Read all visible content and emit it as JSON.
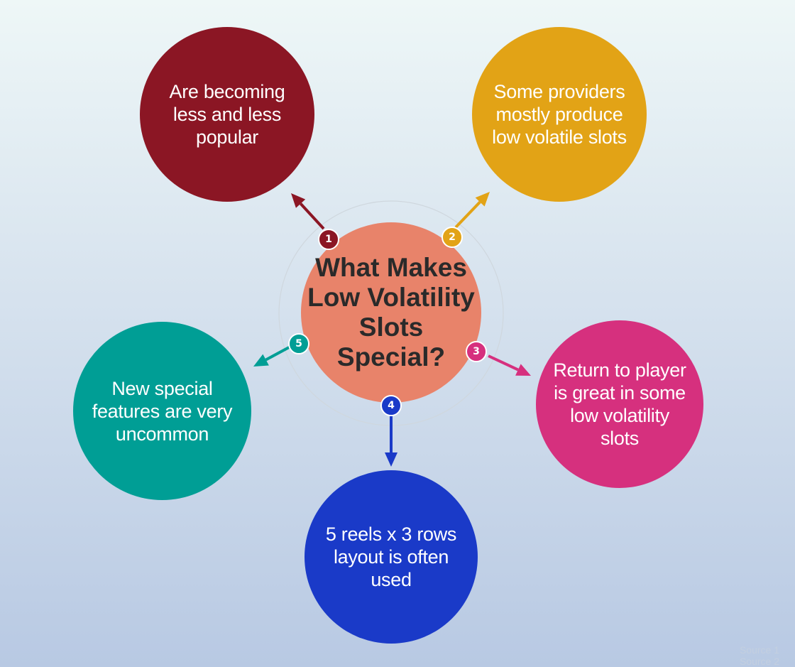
{
  "center": {
    "title": "What Makes Low Volatility Slots Special?",
    "color": "#e8836a",
    "ring_color": "#cfd7de"
  },
  "items": [
    {
      "number": "1",
      "text": "Are becoming less and less popular",
      "color": "#8b1624"
    },
    {
      "number": "2",
      "text": "Some providers mostly produce low volatile slots",
      "color": "#e2a316"
    },
    {
      "number": "3",
      "text": "Return to player is great in some low volatility slots",
      "color": "#d6307e"
    },
    {
      "number": "4",
      "text": "5 reels x 3 rows layout is often used",
      "color": "#1a3ac8"
    },
    {
      "number": "5",
      "text": "New special features are very uncommon",
      "color": "#009e95"
    }
  ],
  "sources": [
    "Source 1",
    "Source 2"
  ]
}
